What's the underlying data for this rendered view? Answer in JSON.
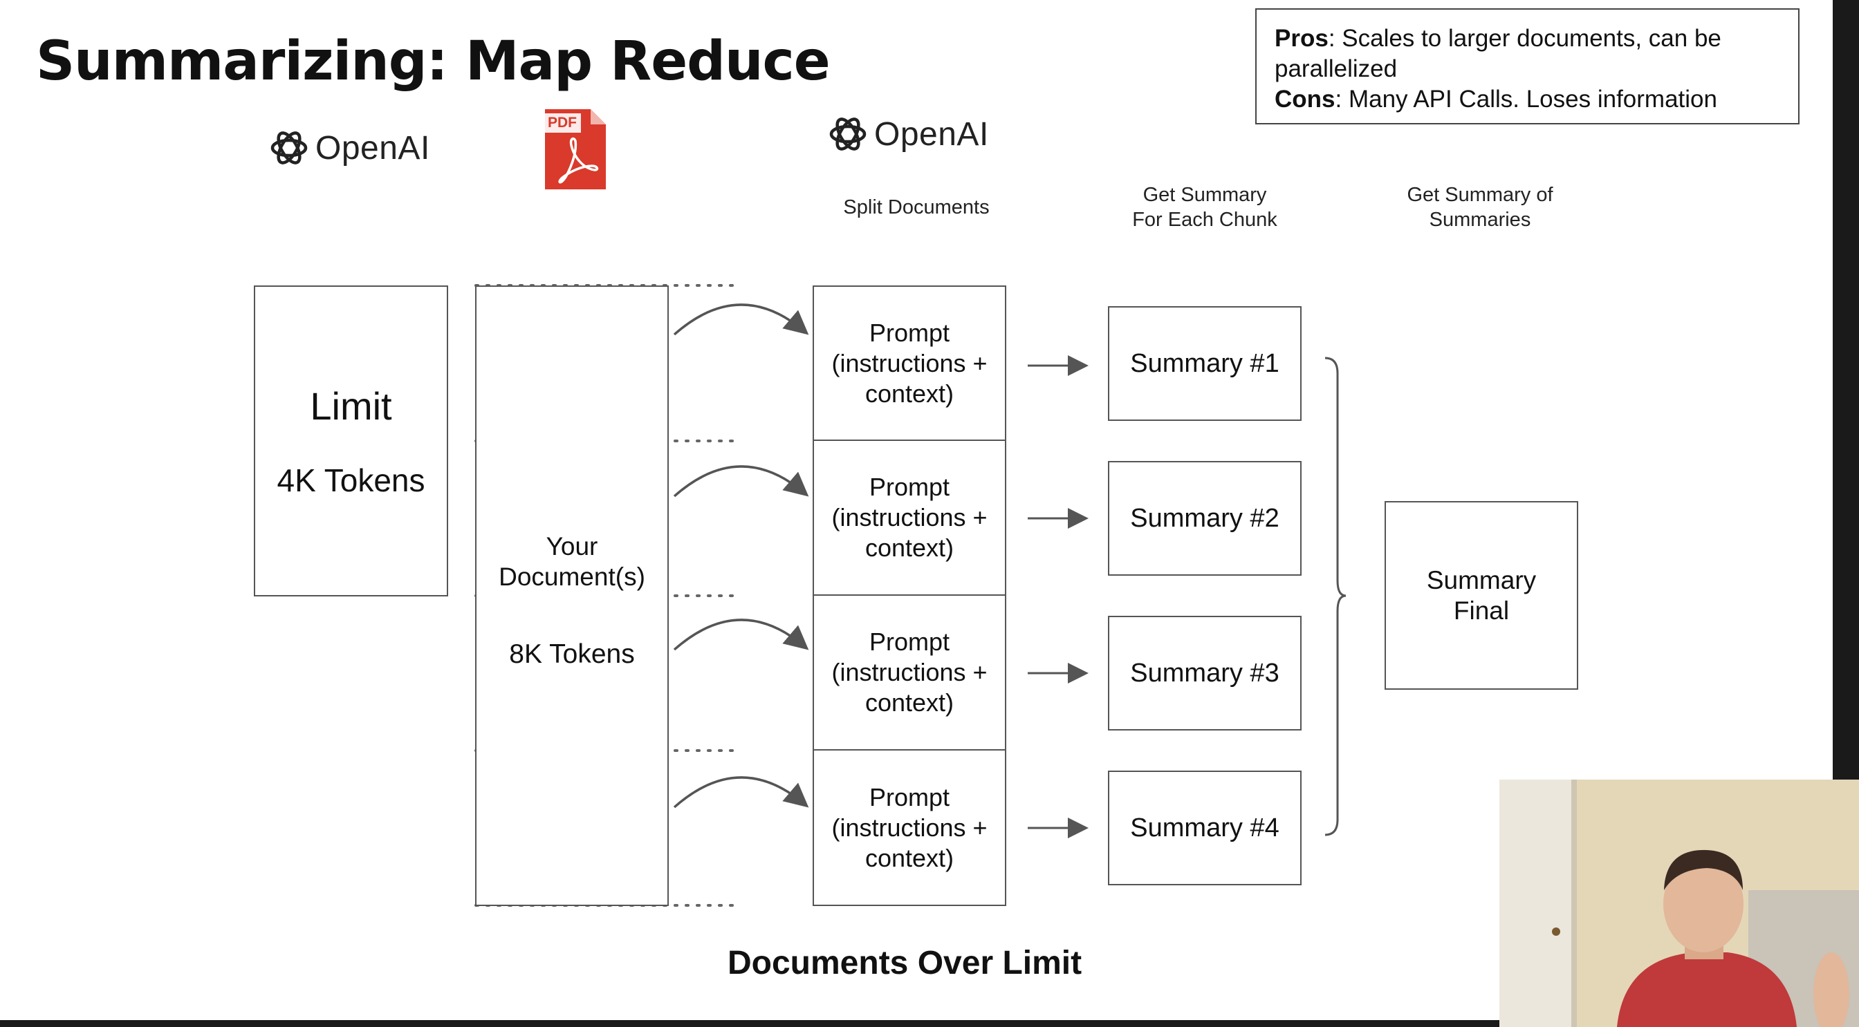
{
  "slide": {
    "title": "Summarizing: Map Reduce",
    "pros_label": "Pros",
    "pros_text": ": Scales to larger documents, can be parallelized",
    "cons_label": "Cons",
    "cons_text": ": Many API Calls. Loses information",
    "bottom_title": "Documents Over Limit"
  },
  "logos": {
    "openai_left": "OpenAI",
    "openai_right": "OpenAI",
    "pdf_badge": "PDF"
  },
  "column_headers": {
    "split": "Split Documents",
    "map_line1": "Get Summary",
    "map_line2": "For Each Chunk",
    "reduce_line1": "Get Summary of",
    "reduce_line2": "Summaries"
  },
  "limit_box": {
    "label": "Limit",
    "tokens": "4K Tokens"
  },
  "document_box": {
    "label_line1": "Your",
    "label_line2": "Document(s)",
    "tokens": "8K Tokens"
  },
  "prompts": [
    {
      "line1": "Prompt",
      "line2": "(instructions +",
      "line3": "context)"
    },
    {
      "line1": "Prompt",
      "line2": "(instructions +",
      "line3": "context)"
    },
    {
      "line1": "Prompt",
      "line2": "(instructions +",
      "line3": "context)"
    },
    {
      "line1": "Prompt",
      "line2": "(instructions +",
      "line3": "context)"
    }
  ],
  "summaries": [
    "Summary #1",
    "Summary #2",
    "Summary #3",
    "Summary #4"
  ],
  "final_box": {
    "line1": "Summary",
    "line2": "Final"
  },
  "colors": {
    "pdf_red": "#d93a2b",
    "line_gray": "#555555",
    "video_wall": "#e8dcc0",
    "shirt_red": "#c0393b"
  }
}
